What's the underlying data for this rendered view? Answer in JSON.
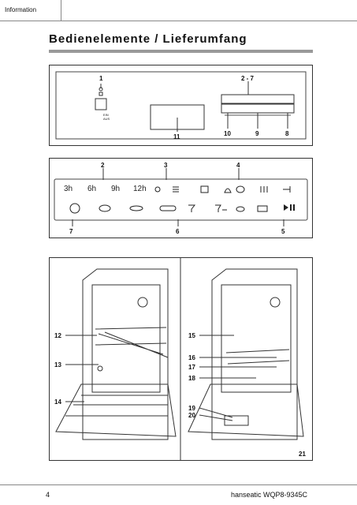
{
  "header": {
    "section": "Information"
  },
  "title": "Bedienelemente / Lieferumfang",
  "panel_overview": {
    "callouts": [
      "1",
      "2 - 7",
      "10",
      "9",
      "8",
      "11"
    ],
    "switch_labels": [
      "EIN",
      "AUS"
    ]
  },
  "panel_controls": {
    "callouts": [
      "2",
      "3",
      "4",
      "7",
      "6",
      "5"
    ],
    "delay_labels": [
      "3h",
      "6h",
      "9h",
      "12h"
    ]
  },
  "interior": {
    "left_callouts": [
      "12",
      "13",
      "14"
    ],
    "right_callouts": [
      "15",
      "16",
      "17",
      "18",
      "19",
      "20",
      "21"
    ]
  },
  "footer": {
    "page": "4",
    "model": "hanseatic  WQP8-9345C"
  }
}
